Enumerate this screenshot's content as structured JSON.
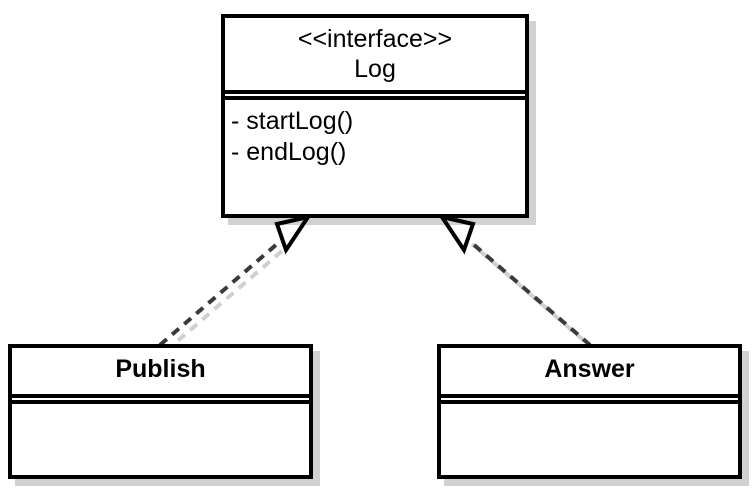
{
  "diagram": {
    "kind": "uml-class-diagram",
    "background_color": "#ffffff",
    "line_color": "#000000",
    "shadow_color": "#cccccc",
    "relationship_type": "realization"
  },
  "classes": {
    "log": {
      "stereotype": "<<interface>>",
      "name": "Log",
      "members": [
        "- startLog()",
        "- endLog()"
      ]
    },
    "publish": {
      "name": "Publish",
      "members": []
    },
    "answer": {
      "name": "Answer",
      "members": []
    }
  },
  "relationships": [
    {
      "from": "Publish",
      "to": "Log",
      "type": "realization",
      "line_style": "dashed",
      "arrowhead": "hollow-triangle"
    },
    {
      "from": "Answer",
      "to": "Log",
      "type": "realization",
      "line_style": "dashed",
      "arrowhead": "hollow-triangle"
    }
  ]
}
